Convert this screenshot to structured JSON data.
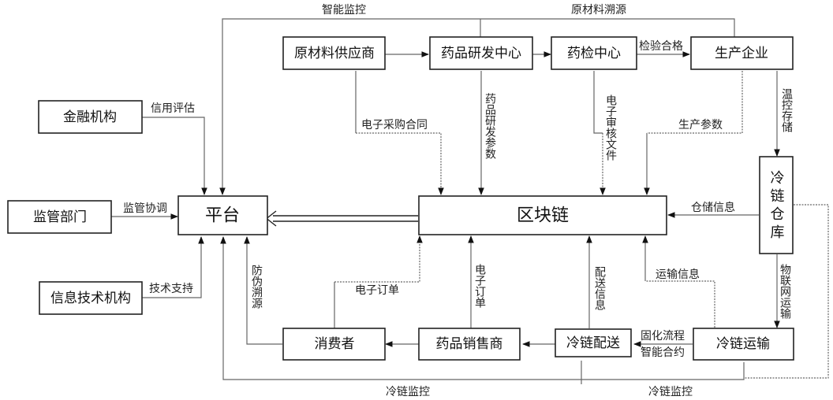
{
  "nodes": {
    "platform": "平台",
    "blockchain": "区块链",
    "finance": "金融机构",
    "regulator": "监管部门",
    "it_org": "信息技术机构",
    "supplier": "原材料供应商",
    "rnd_center": "药品研发中心",
    "inspection": "药检中心",
    "manufacturer": "生产企业",
    "cold_warehouse": "冷链仓库",
    "cold_transport": "冷链运输",
    "cold_delivery": "冷链配送",
    "seller": "药品销售商",
    "consumer": "消费者"
  },
  "edges": {
    "smart_monitor": "智能监控",
    "raw_trace": "原材料溯源",
    "credit_eval": "信用评估",
    "reg_coord": "监管协调",
    "tech_support": "技术支持",
    "e_purchase_contract": "电子采购合同",
    "rnd_params": "药品研发参数",
    "e_review_docs": "电子审核文件",
    "inspection_pass": "检验合格",
    "production_params": "生产参数",
    "temp_storage": "温控存储",
    "storage_info": "仓储信息",
    "iot_transport": "物联网运输",
    "transport_info": "运输信息",
    "delivery_info": "配送信息",
    "e_order_seller": "电子订单",
    "e_order_consumer": "电子订单",
    "anti_counterfeit": "防伪溯源",
    "solidify_flow": "固化流程",
    "smart_contract": "智能合约",
    "cold_monitor_left": "冷链监控",
    "cold_monitor_right": "冷链监控"
  }
}
